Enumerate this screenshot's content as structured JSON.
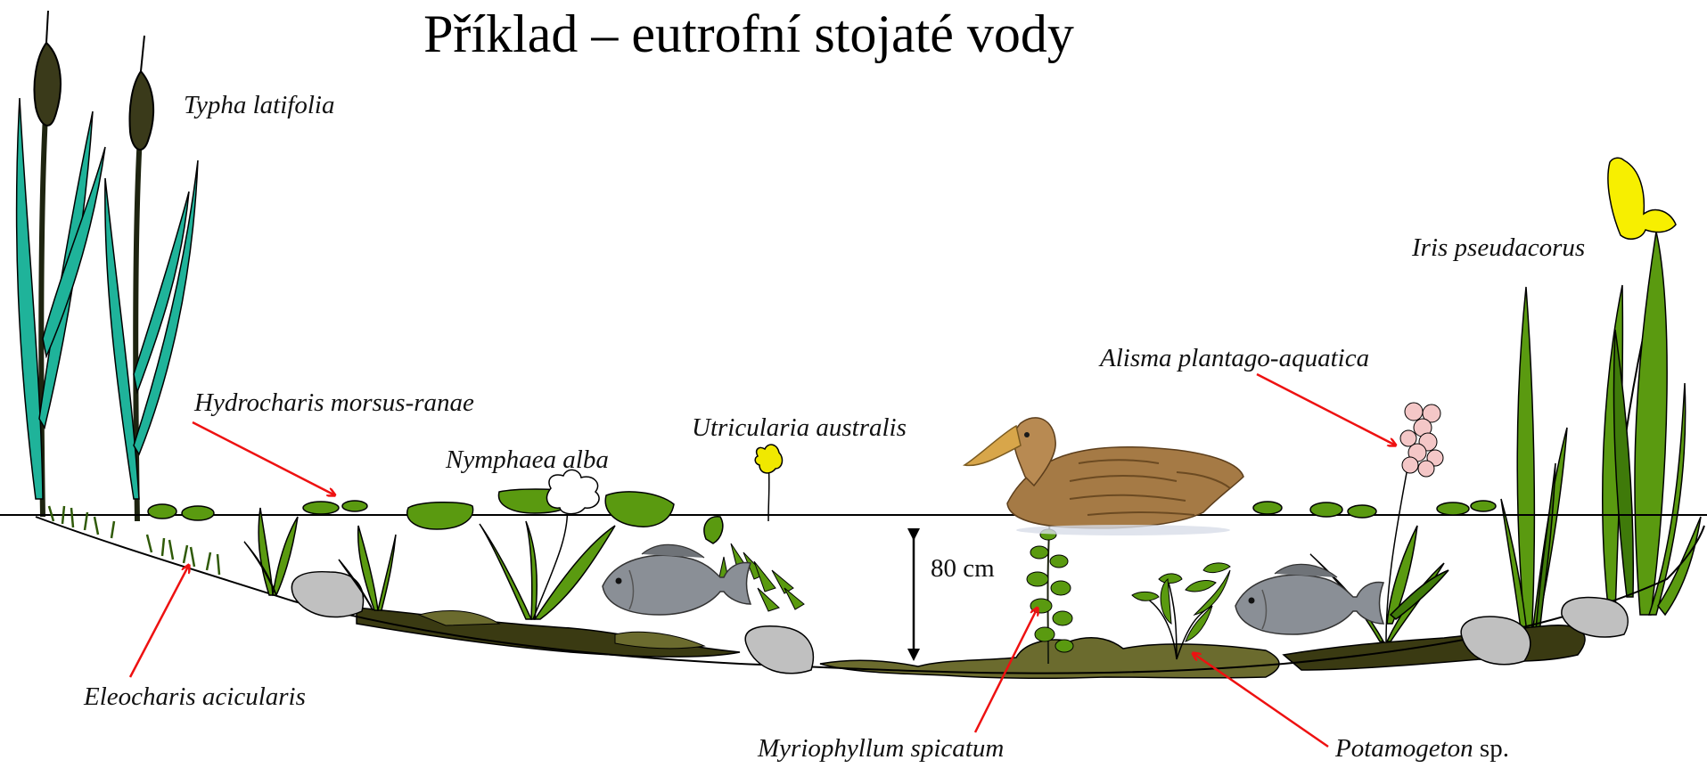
{
  "title": "Příklad – eutrofní stojaté vody",
  "labels": {
    "typha": "Typha latifolia",
    "hydrocharis": "Hydrocharis morsus-ranae",
    "nymphaea": "Nymphaea alba",
    "utricularia": "Utricularia australis",
    "alisma": "Alisma plantago-aquatica",
    "iris": "Iris pseudacorus",
    "eleocharis": "Eleocharis acicularis",
    "myriophyllum": "Myriophyllum spicatum",
    "potamogeton_genus": "Potamogeton",
    "potamogeton_suffix": " sp."
  },
  "depth_label": "80 cm",
  "colors": {
    "typha_leaf": "#1fb39a",
    "plant_green": "#5a9a10",
    "sediment_dark": "#3a3a12",
    "sediment_light": "#6b6b2e",
    "stone": "#c0c0c0",
    "arrow": "#ee1111",
    "iris_flower": "#f7ef00",
    "alisma_flower": "#f4c7c7",
    "utricularia_flower": "#f0e800"
  }
}
